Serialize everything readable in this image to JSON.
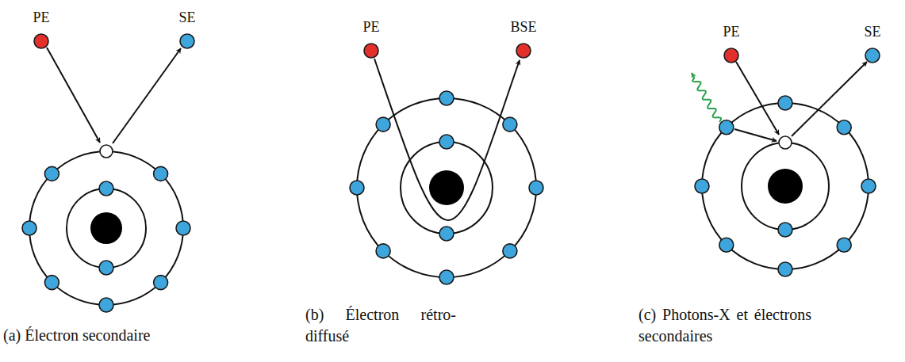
{
  "diagram": {
    "labels": [
      "PE",
      "SE",
      "PE",
      "BSE",
      "PE",
      "SE",
      "(a) Électron secondaire",
      "(b) Électron rétro-diffusé",
      "(c) Photons-X et électrons secondaires"
    ]
  }
}
